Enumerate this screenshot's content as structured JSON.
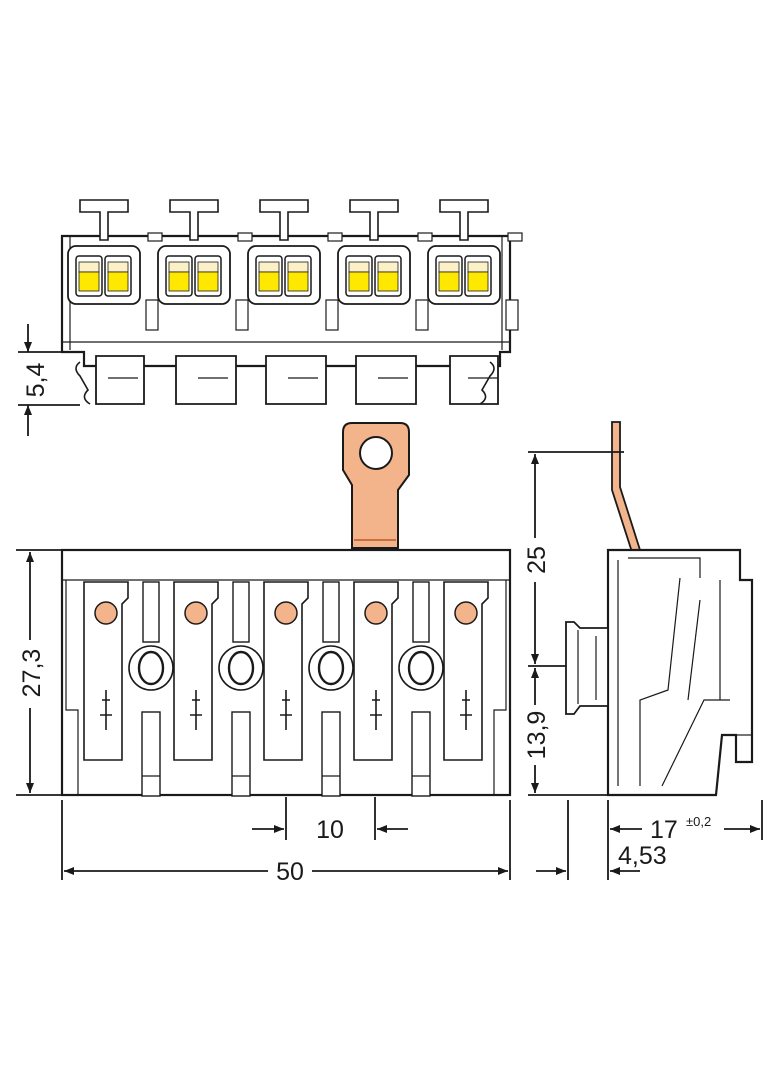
{
  "dimensions": {
    "height_top_clip": "5,4",
    "height_body": "27,3",
    "pitch": "10",
    "width_total": "50",
    "height_pin": "25",
    "height_lower": "13,9",
    "depth": "17",
    "depth_tolerance": "±0,2",
    "offset": "4,53"
  },
  "colors": {
    "outline": "#1a1a1a",
    "contact_copper": "#f3b48b",
    "contact_copper_dark": "#c9713c",
    "release_yellow": "#ffe800",
    "release_cream": "#fbf0c6",
    "body": "#ffffff"
  },
  "pole_count": 5
}
